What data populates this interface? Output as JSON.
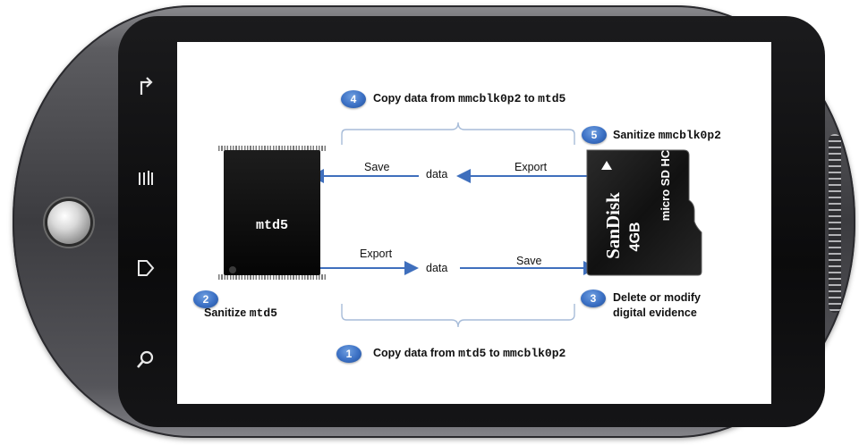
{
  "nav_keys": [
    {
      "name": "back-icon",
      "glyph": "↰"
    },
    {
      "name": "menu-icon",
      "glyph": "≡"
    },
    {
      "name": "home-icon",
      "glyph": "⌂"
    },
    {
      "name": "search-icon",
      "glyph": "⌕"
    }
  ],
  "chip": {
    "label": "mtd5"
  },
  "sdcard": {
    "brand": "SanDisk",
    "capacity": "4GB",
    "logo": "micro SD HC"
  },
  "arrows": {
    "top_save": "Save",
    "top_data": "data",
    "top_export": "Export",
    "bottom_export": "Export",
    "bottom_data": "data",
    "bottom_save": "Save"
  },
  "steps": [
    {
      "num": "1",
      "text": "Copy data from ",
      "code1": "mtd5",
      "mid": " to ",
      "code2": "mmcblk0p2"
    },
    {
      "num": "2",
      "text": "Sanitize ",
      "code1": "mtd5"
    },
    {
      "num": "3",
      "line1": "Delete or modify",
      "line2": "digital evidence"
    },
    {
      "num": "4",
      "text": "Copy data from ",
      "code1": "mmcblk0p2",
      "mid": " to ",
      "code2": "mtd5"
    },
    {
      "num": "5",
      "text": "Sanitize ",
      "code1": "mmcblk0p2"
    }
  ],
  "colors": {
    "arrow": "#3f6fbd",
    "bracket": "#a7bcd9",
    "step": "#3b70c4"
  }
}
